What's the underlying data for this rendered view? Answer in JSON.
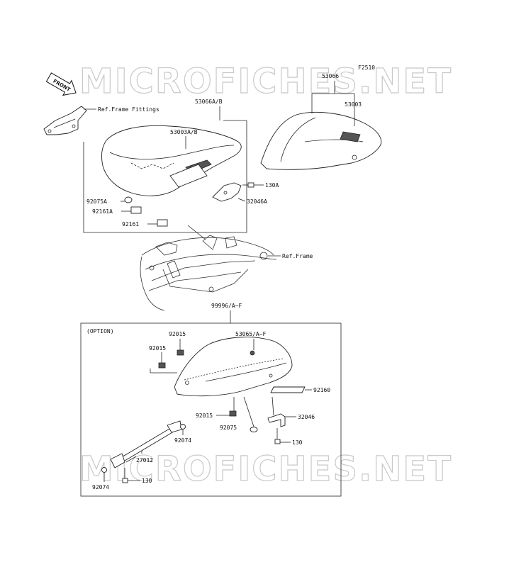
{
  "watermark": "MICROFICHES.NET",
  "figure_code": "F2510",
  "front_label": "FRONT",
  "option_label": "(OPTION)",
  "labels": {
    "p53066": "53066",
    "p53003": "53003",
    "p53066ab": "53066A/B",
    "ref_fittings": "Ref.Frame Fittings",
    "p53003ab": "53003A/B",
    "p130a": "130A",
    "p32046a": "32046A",
    "p92075a": "92075A",
    "p92161a": "92161A",
    "p92161": "92161",
    "ref_frame": "Ref.Frame",
    "p99996": "99996/A~F",
    "p92015a": "92015",
    "p53065": "53065/A~F",
    "p92015b": "92015",
    "p92160": "92160",
    "p92015c": "92015",
    "p32046": "32046",
    "p92075": "92075",
    "p92074a": "92074",
    "p130": "130",
    "p27012": "27012",
    "p92074b": "92074",
    "p130b": "130"
  }
}
